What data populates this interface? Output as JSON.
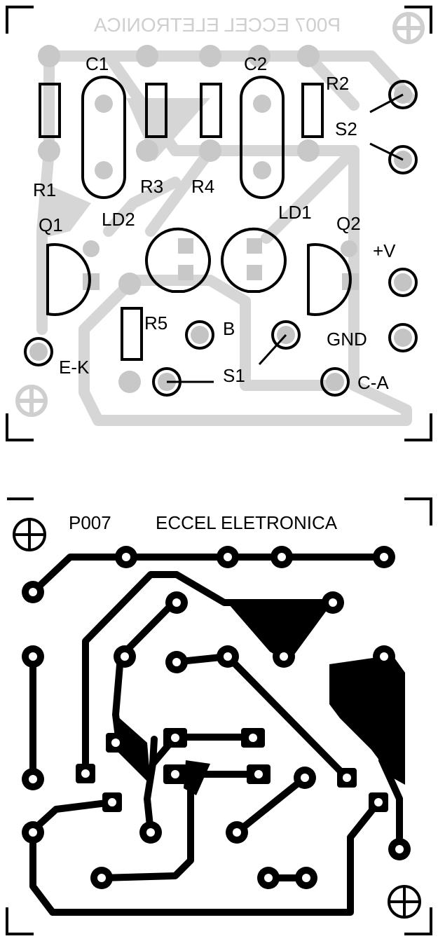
{
  "top_panel": {
    "mirrored_header": "P007     ECCEL ELETRONICA",
    "components": {
      "c1": "C1",
      "c2": "C2",
      "r1": "R1",
      "r2": "R2",
      "r3": "R3",
      "r4": "R4",
      "r5": "R5",
      "q1": "Q1",
      "q2": "Q2",
      "ld1": "LD1",
      "ld2": "LD2",
      "s1": "S1",
      "s2": "S2"
    },
    "pads": {
      "vplus": "+V",
      "gnd": "GND",
      "b": "B",
      "ek": "E-K",
      "ca": "C-A"
    }
  },
  "bottom_panel": {
    "code": "P007",
    "company": "ECCEL ELETRONICA"
  },
  "colors": {
    "ink": "#000000",
    "ghost_trace": "#d3d3d3",
    "ghost_pad": "#c4c4c4",
    "background": "#ffffff"
  }
}
